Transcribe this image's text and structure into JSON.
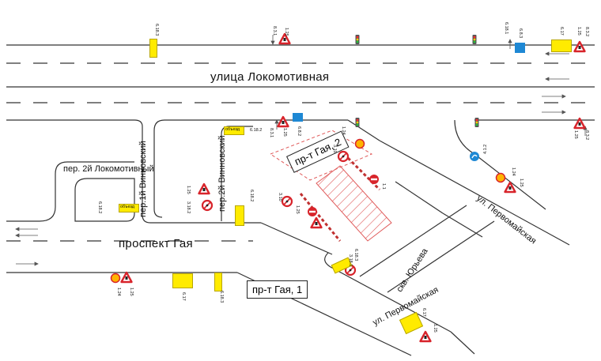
{
  "streets": {
    "lokomotivnaya": "улица Локомотивная",
    "prospekt_gaya": "проспект Гая",
    "per_2_lokomotivny": "пер. 2й Локомотивный",
    "per_1_vinnovsky": "пер.1й Винновский",
    "per_2_vinnovsky": "пер.2й Винновский",
    "ul_pervomayskaya_1": "ул. Первомайская",
    "ul_pervomayskaya_2": "ул. Первомайская",
    "skv_yuryeva": "скв. Юрьева"
  },
  "buildings": {
    "gaya_2": "пр-т Гая, 2",
    "gaya_1": "пр-т Гая, 1"
  },
  "sign_codes": {
    "c_6183_top": "6.18.3",
    "c_831_top": "8.3.1",
    "c_125_top": "1.25",
    "c_6181_top": "6.18.1",
    "c_683_top": "6.8.3",
    "c_617_top": "6.17",
    "c_125_top2": "1.25",
    "c_832_top": "8.3.2",
    "c_6182_mid": "6.18.2",
    "c_831_mid": "8.3.1",
    "c_125_mid": "1.25",
    "c_682_mid": "6.8.2",
    "c_124_mid": "1.24",
    "c_4122": "4.1.2",
    "c_125_right": "1.25",
    "c_832_right": "8.3.2",
    "c_125_left": "1.25",
    "c_3182_left": "3.18.2",
    "c_6182_left": "6.18.2",
    "c_6182_v": "6.18.2",
    "c_310_a": "3.10",
    "c_310_b": "3.10",
    "c_11": "1.1",
    "c_125_c": "1.25",
    "c_6183_c": "6.18.3",
    "c_3181_c": "3.18.1",
    "c_124_r2": "1.24",
    "c_125_r2": "1.25",
    "c_124_bot": "1.24",
    "c_125_bot": "1.25",
    "c_617_bot": "6.17",
    "c_6183_bot": "6.18.3",
    "c_617_br": "6.17",
    "c_125_br": "1.25"
  },
  "sign_words": {
    "obyezd": "объезд"
  },
  "colors": {
    "road_line": "#333333",
    "sign_red": "#d8242b",
    "sign_yellow": "#ffeb00",
    "sign_blue": "#1e88d4",
    "closed_zone": "#e05a5a"
  },
  "icons": [
    "traffic-light-icon",
    "warning-triangle-icon",
    "no-entry-icon",
    "no-overtaking-icon",
    "detour-sign-icon",
    "information-sign-icon"
  ]
}
